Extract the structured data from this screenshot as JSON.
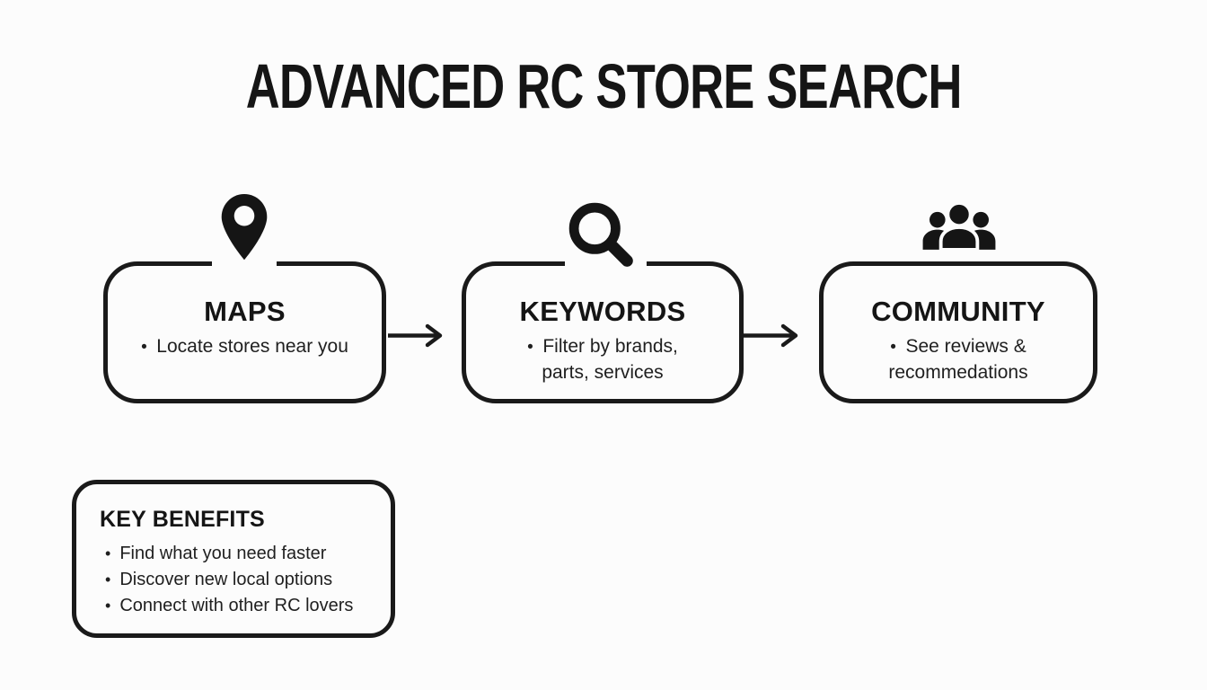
{
  "title": "ADVANCED RC STORE SEARCH",
  "steps": [
    {
      "label": "MAPS",
      "icon": "map-pin-icon",
      "lines": [
        "Locate stores near you"
      ]
    },
    {
      "label": "KEYWORDS",
      "icon": "search-icon",
      "lines": [
        "Filter by brands,",
        "parts, services"
      ]
    },
    {
      "label": "COMMUNITY",
      "icon": "people-icon",
      "lines": [
        "See reviews &",
        "recommedations"
      ]
    }
  ],
  "benefits": {
    "title": "KEY BENEFITS",
    "items": [
      "Find what you need faster",
      "Discover new local options",
      "Connect with other RC lovers"
    ]
  },
  "colors": {
    "ink": "#1a1a1a",
    "background": "#fcfcfc"
  }
}
